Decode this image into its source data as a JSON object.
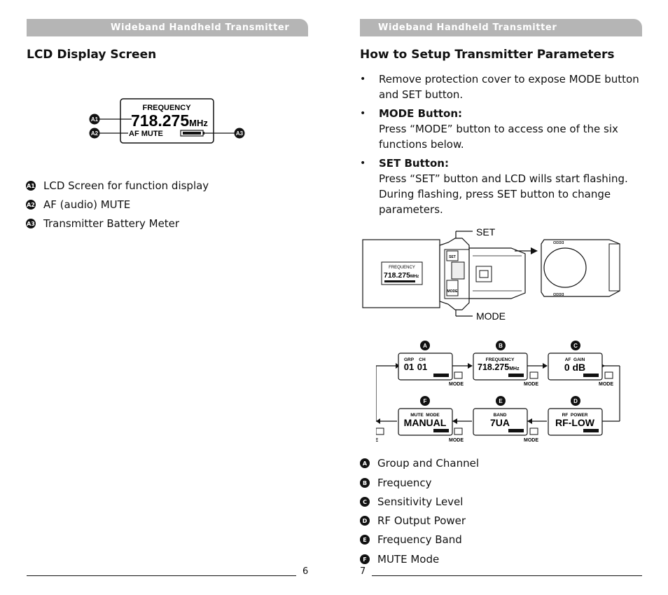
{
  "left": {
    "header": "Wideband Handheld Transmitter",
    "heading": "LCD Display Screen",
    "lcd": {
      "label_frequency": "FREQUENCY",
      "frequency": "718.275",
      "unit": "MHz",
      "af_mute": "AF MUTE",
      "callout_a1": "A1",
      "callout_a2": "A2",
      "callout_a3": "A3"
    },
    "legend": [
      {
        "badge": "A1",
        "text": "LCD Screen for function display"
      },
      {
        "badge": "A2",
        "text": "AF (audio) MUTE"
      },
      {
        "badge": "A3",
        "text": "Transmitter Battery Meter"
      }
    ],
    "page_number": "6"
  },
  "right": {
    "header": "Wideband Handheld Transmitter",
    "heading": "How to Setup Transmitter Parameters",
    "bullets": [
      {
        "title": "",
        "text": "Remove protection cover to expose MODE button and SET button."
      },
      {
        "title": "MODE Button:",
        "text": "Press “MODE” button to access one of the six functions below."
      },
      {
        "title": "SET Button:",
        "text": "Press “SET” button and LCD wills start flashing. During flashing, press SET button to change parameters."
      }
    ],
    "device": {
      "set_label": "SET",
      "mode_label": "MODE",
      "lcd_label": "FREQUENCY",
      "lcd_value": "718.275",
      "lcd_unit": "MHz",
      "set_key": "SET",
      "mode_key": "MODE"
    },
    "flow": {
      "boxes": [
        {
          "letter": "A",
          "top_left": "GRP",
          "top_right": "CH",
          "value_left": "01",
          "value_right": "01"
        },
        {
          "letter": "B",
          "top": "FREQUENCY",
          "value": "718.275",
          "unit": "MHz"
        },
        {
          "letter": "C",
          "top": "AF  GAIN",
          "value": "0 dB"
        },
        {
          "letter": "D",
          "top": "RF  POWER",
          "value": "RF-LOW"
        },
        {
          "letter": "E",
          "top": "BAND",
          "value": "7UA"
        },
        {
          "letter": "F",
          "top": "MUTE  MODE",
          "value": "MANUAL"
        }
      ],
      "mode_label": "MODE"
    },
    "legend": [
      {
        "badge": "A",
        "text": "Group and Channel"
      },
      {
        "badge": "B",
        "text": "Frequency"
      },
      {
        "badge": "C",
        "text": "Sensitivity Level"
      },
      {
        "badge": "D",
        "text": "RF Output Power"
      },
      {
        "badge": "E",
        "text": "Frequency Band"
      },
      {
        "badge": "F",
        "text": "MUTE Mode"
      }
    ],
    "page_number": "7"
  }
}
